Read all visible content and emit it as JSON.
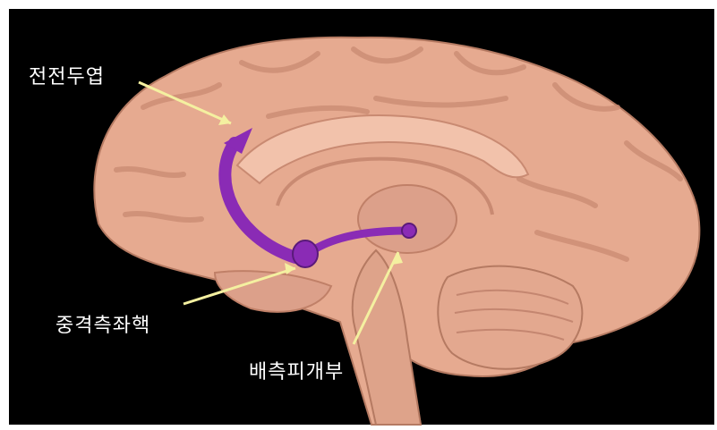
{
  "labels": {
    "prefrontal": "전전두엽",
    "nucleus_accumbens": "중격측좌핵",
    "ventral_tegmental": "배측피개부"
  },
  "colors": {
    "background": "#000000",
    "brain_fill": "#e6aa90",
    "brain_shadow": "#c98a72",
    "brain_highlight": "#f2c2ab",
    "pathway": "#8a2bb5",
    "pointer": "#f4f0a0",
    "label_text": "#ffffff"
  },
  "icons": [
    "curved-arrow-icon",
    "node-icon"
  ]
}
